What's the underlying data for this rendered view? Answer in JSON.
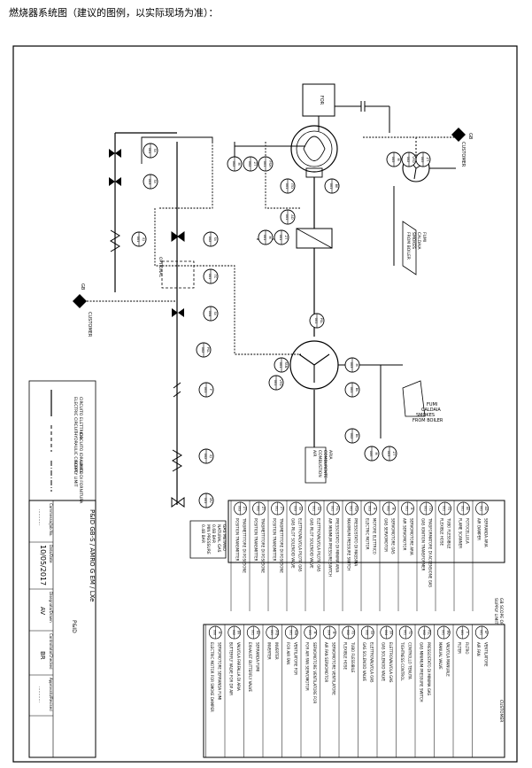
{
  "caption": "燃烧器系统图（建议的图例，以实际现场为准）：",
  "title_block": {
    "title": "P&ID GB-S / AMRO G EM / LXe",
    "subtitle": "P&ID",
    "comm_label": "Commessa/Job No.",
    "comm_value": "…………",
    "data_label": "Data/Date",
    "data_value": "10/05/2017",
    "disegnato_label": "Disegnato/Drawn",
    "disegnato_value": "AV",
    "controllato_label": "Controllato/Checked",
    "controllato_value": "BR",
    "approvato_label": "Approvato/Revised",
    "approvato_value": "…………"
  },
  "legend": {
    "hydraulic": [
      "CIRCUITO IDRAULICO",
      "HYDRAULIC CIRCUIT"
    ],
    "electric": [
      "CIRCUITO ELETTRICO",
      "ELECTRIC CIRCUIT"
    ],
    "supply": [
      "LIMITE DI FORNITURA",
      "SUPPLY LIMIT"
    ]
  },
  "scope_headers": {
    "gb": [
      "GB SCOPE OF",
      "SUPPLY LIMIT"
    ],
    "customer": "CUSTOMER"
  },
  "gb_table": [
    {
      "tag": "AD",
      "num": "001",
      "it": "SERRANDA ARIA",
      "en": "AIR DAMPER"
    },
    {
      "tag": "BE",
      "num": "001",
      "it": "FOTOCELLULA",
      "en": "FLAME SCANNER"
    },
    {
      "tag": "FS",
      "num": "001",
      "it": "TUBO FLESSIBILE",
      "en": "FLEXIBLE HOSE"
    },
    {
      "tag": "ITD",
      "num": "001",
      "it": "TRASFORMATORE DI ACCENSIONE GAS",
      "en": "GAS IGNITION TRANSFORMER"
    },
    {
      "tag": "M",
      "num": "001",
      "it": "SERVOMOTORE ARIA",
      "en": "AIR SERVOMOTOR"
    },
    {
      "tag": "M",
      "num": "002",
      "it": "SERVOMOTORE GAS",
      "en": "GAS SERVOMOTOR"
    },
    {
      "tag": "M",
      "num": "003",
      "it": "MOTORE ELETTRICO",
      "en": "ELECTRIC MOTOR"
    },
    {
      "tag": "PSH",
      "num": "001",
      "it": "PRESSOSTATO DI MASSIMA",
      "en": "MAXIMUM PRESSURE SWITCH"
    },
    {
      "tag": "PSL",
      "num": "001",
      "it": "PRESSOSTATO DI MINIMA ARIA",
      "en": "AIR MINIMUM PRESSURE SWITCH"
    },
    {
      "tag": "SV",
      "num": "001",
      "it": "ELETTROVALVOLA PILOTA GAS",
      "en": "GAS PILOT SOLENOID VALVE"
    },
    {
      "tag": "SV",
      "num": "003",
      "it": "ELETTROVALVOLA PILOTA GAS",
      "en": "GAS PILOT SOLENOID VALVE"
    },
    {
      "tag": "ZT",
      "num": "001",
      "it": "TRASMETTITORE DI POSIZIONE",
      "en": "POSITION TRANSMITTER"
    },
    {
      "tag": "ZT",
      "num": "002",
      "it": "TRASMETTITORE DI POSIZIONE",
      "en": "POSITION TRANSMITTER"
    },
    {
      "tag": "ZT",
      "num": "003",
      "it": "TRASMETTITORE DI POSIZIONE",
      "en": "POSITION TRANSMITTER"
    }
  ],
  "cust_table": [
    {
      "tag": "AF",
      "num": "001",
      "it": "VENTILATORE",
      "en": "AIR FAN"
    },
    {
      "tag": "F",
      "num": "001",
      "it": "FILTRO",
      "en": "FILTER"
    },
    {
      "tag": "MV",
      "num": "001",
      "it": "VALVOLA MANUALE",
      "en": "MANUAL VALVE"
    },
    {
      "tag": "PSL",
      "num": "002",
      "it": "PRESSOSTATO DI MINIMA GAS",
      "en": "GAS MINIMUM PRESSURE SWITCH"
    },
    {
      "tag": "TC",
      "num": "001",
      "it": "CONTROLLO TENUTA",
      "en": "TIGHTNESS CONTROL"
    },
    {
      "tag": "SV",
      "num": "004",
      "it": "ELETTROVALVOLA GAS",
      "en": "GAS SOLENOID VALVE"
    },
    {
      "tag": "SV",
      "num": "002",
      "it": "ELETTROVALVOLA GAS",
      "en": "GAS SOLENOID VALVE"
    },
    {
      "tag": "FS",
      "num": "002",
      "it": "TUBO FLESSIBILE",
      "en": "FLEXIBLE HOSE"
    },
    {
      "tag": "M",
      "num": "004",
      "it": "SERVOMOTORE VENTILATORE",
      "en": "AIR FAN SERVOMOTOR"
    },
    {
      "tag": "M",
      "num": "005",
      "it": "SERVOMOTORE VENTILATORE FOR",
      "en": "FOR AIR FAN SERVOMOTOR"
    },
    {
      "tag": "FAN",
      "num": "001",
      "it": "VENTILATORE FOR",
      "en": "FOR AIR FAN"
    },
    {
      "tag": "VFD",
      "num": "001",
      "it": "INVERTER",
      "en": "INVERTER"
    },
    {
      "tag": "BV",
      "num": "001",
      "it": "SERRANDA FUMI",
      "en": "EXHAUST BUTTERFLY VALVE"
    },
    {
      "tag": "BV",
      "num": "002",
      "it": "VALVOLA FARFALLA DI ARIA",
      "en": "BUTTERFLY VALVE FOR DP AIR"
    },
    {
      "tag": "M",
      "num": "006",
      "it": "SERVOMOTORE SERRANDA FUMI",
      "en": "ELECTRIC MOTOR FOR SMOKE DAMPER"
    }
  ],
  "diagram": {
    "for_box": "FOR",
    "gb_label": "GB",
    "customer_label": "CUSTOMER",
    "optional_label": "OPTIONAL",
    "fumi_top": [
      "FUMI",
      "CALDAIA",
      "SMOKES",
      "FROM BOILER"
    ],
    "fumi_right": [
      "FUMI",
      "CALDAIA",
      "SMOKES",
      "FROM BOILER"
    ],
    "combustion_air": [
      "ARIA",
      "COMBURENTE",
      "COMBUSTION",
      "AIR"
    ],
    "gas_supply": [
      "GAS METANO",
      "NATURAL GAS",
      "0.6B BAR",
      "MIN PRESSURE",
      "0.4B BAR"
    ],
    "instruments": [
      {
        "tag": "SV",
        "num": "001"
      },
      {
        "tag": "SV",
        "num": "003"
      },
      {
        "tag": "EJ",
        "num": "001"
      },
      {
        "tag": "SV",
        "num": "002"
      },
      {
        "tag": "TC",
        "num": "001"
      },
      {
        "tag": "SV",
        "num": "004"
      },
      {
        "tag": "PSL",
        "num": "002"
      },
      {
        "tag": "F",
        "num": "001"
      },
      {
        "tag": "EJ",
        "num": "002"
      },
      {
        "tag": "MV",
        "num": "001"
      },
      {
        "tag": "M",
        "num": "002"
      },
      {
        "tag": "ZT",
        "num": "002"
      },
      {
        "tag": "PSH",
        "num": "001"
      },
      {
        "tag": "ITD",
        "num": "001"
      },
      {
        "tag": "BE",
        "num": "001"
      },
      {
        "tag": "AD",
        "num": "001"
      },
      {
        "tag": "M",
        "num": "001"
      },
      {
        "tag": "ZT",
        "num": "001"
      },
      {
        "tag": "PSL",
        "num": "001"
      },
      {
        "tag": "FAN",
        "num": "001"
      },
      {
        "tag": "M",
        "num": "003"
      },
      {
        "tag": "VFD",
        "num": "001"
      },
      {
        "tag": "BV",
        "num": "001"
      },
      {
        "tag": "BV",
        "num": "002"
      },
      {
        "tag": "M",
        "num": "006"
      },
      {
        "tag": "ZT",
        "num": "003"
      },
      {
        "tag": "M",
        "num": "005"
      },
      {
        "tag": "VFD",
        "num": "002"
      },
      {
        "tag": "ZT",
        "num": "005"
      }
    ]
  }
}
